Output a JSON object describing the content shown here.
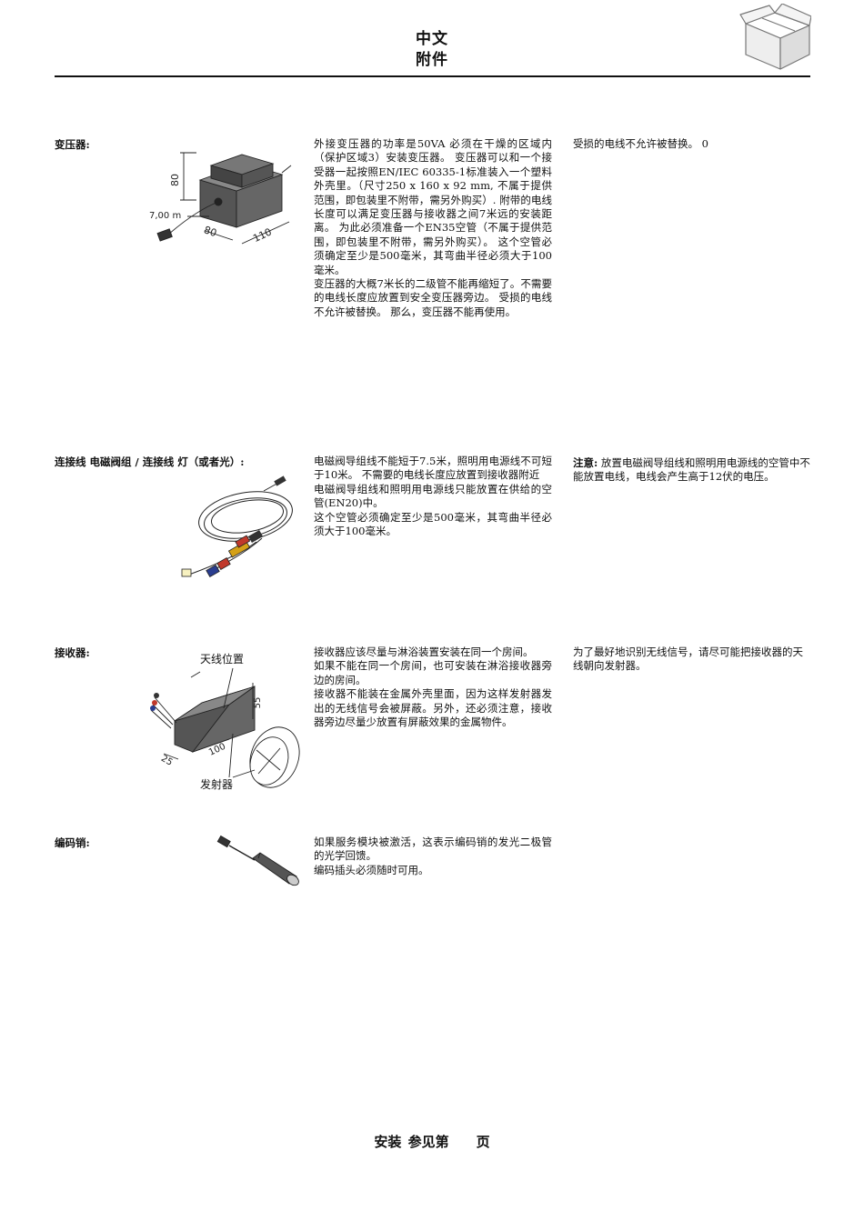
{
  "header": {
    "language": "中文",
    "title": "附件"
  },
  "sections": [
    {
      "label": "变压器:",
      "paragraphs": [
        "外接变压器的功率是50VA 必须在干燥的区域内（保护区域3）安装变压器。 变压器可以和一个接受器一起按照EN/IEC 60335-1标准装入一个塑料外壳里。（尺寸250 x 160 x 92 mm, 不属于提供范围，即包装里不附带，需另外购买）. 附带的电线长度可以满足变压器与接收器之间7米远的安装距离。 为此必须准备一个EN35空管（不属于提供范围，即包装里不附带，需另外购买）。 这个空管必须确定至少是500毫米，其弯曲半径必须大于100毫米。",
        "变压器的大概7米长的二级管不能再缩短了。不需要的电线长度应放置到安全变压器旁边。 受损的电线不允许被替换。 那么，变压器不能再使用。"
      ],
      "note": "受损的电线不允许被替换。 0",
      "dims": {
        "height": "80",
        "width": "110",
        "depth": "80",
        "cable": "7,00 m"
      }
    },
    {
      "label": "连接线 电磁阀组 / 连接线 灯（或者光）:",
      "paragraphs": [
        "电磁阀导组线不能短于7.5米，照明用电源线不可短于10米。 不需要的电线长度应放置到接收器附近",
        "电磁阀导组线和照明用电源线只能放置在供给的空管(EN20)中。",
        "这个空管必须确定至少是500毫米，其弯曲半径必须大于100毫米。"
      ],
      "note_bold": "注意:",
      "note": "放置电磁阀导组线和照明用电源线的空管中不能放置电线，电线会产生高于12伏的电压。"
    },
    {
      "label": "接收器:",
      "paragraphs": [
        "接收器应该尽量与淋浴装置安装在同一个房间。",
        "如果不能在同一个房间，也可安装在淋浴接收器旁边的房间。",
        "接收器不能装在金属外壳里面，因为这样发射器发出的无线信号会被屏蔽。另外，还必须注意，接收器旁边尽量少放置有屏蔽效果的金属物件。"
      ],
      "note": "为了最好地识别无线信号，请尽可能把接收器的天线朝向发射器。",
      "callouts": {
        "antenna": "天线位置",
        "transmitter": "发射器"
      },
      "dims": {
        "height": "55",
        "width": "100",
        "depth": "25"
      }
    },
    {
      "label": "编码销:",
      "paragraphs": [
        "如果服务模块被激活，这表示编码销的发光二极管的光学回馈。",
        "编码插头必须随时可用。"
      ]
    }
  ],
  "footer": {
    "text_before": "安装 参见第",
    "text_after": "页"
  }
}
